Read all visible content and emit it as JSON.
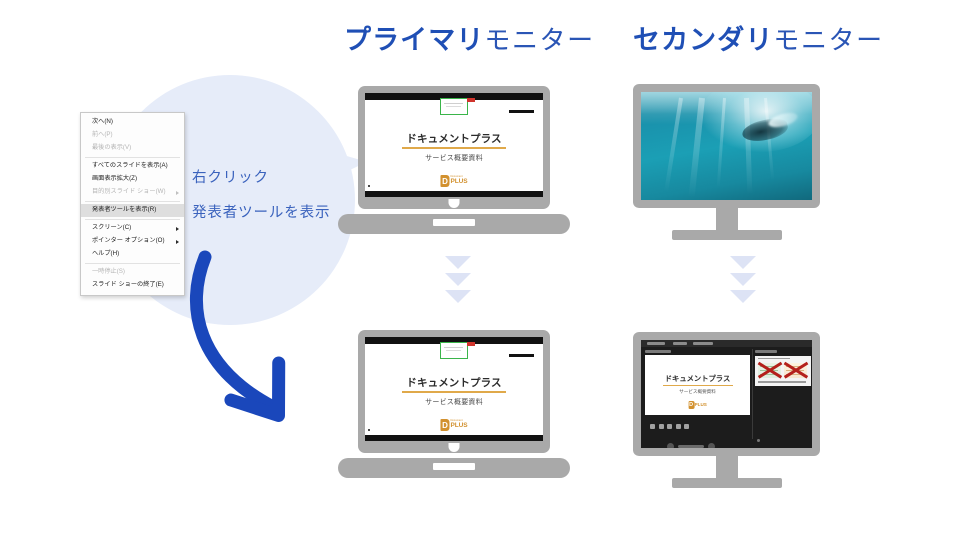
{
  "headings": {
    "primary_strong": "プライマリ",
    "primary_light": "モニター",
    "secondary_strong": "セカンダリ",
    "secondary_light": "モニター"
  },
  "callout": {
    "line1": "右クリック",
    "line2": "発表者ツールを表示",
    "text_color": "#3a62bd",
    "bubble_color": "#e6ecf9",
    "arrow_color": "#1a47bb"
  },
  "context_menu": {
    "items": [
      {
        "label": "次へ(N)",
        "disabled": false,
        "selected": false,
        "submenu": false
      },
      {
        "label": "前へ(P)",
        "disabled": true,
        "selected": false,
        "submenu": false
      },
      {
        "label": "最後の表示(V)",
        "disabled": true,
        "selected": false,
        "submenu": false
      },
      {
        "label": "すべてのスライドを表示(A)",
        "disabled": false,
        "selected": false,
        "submenu": false
      },
      {
        "label": "画面表示拡大(Z)",
        "disabled": false,
        "selected": false,
        "submenu": false
      },
      {
        "label": "目的別スライド ショー(W)",
        "disabled": true,
        "selected": false,
        "submenu": true
      },
      {
        "label": "発表者ツールを表示(R)",
        "disabled": false,
        "selected": true,
        "submenu": false
      },
      {
        "label": "スクリーン(C)",
        "disabled": false,
        "selected": false,
        "submenu": true
      },
      {
        "label": "ポインター オプション(O)",
        "disabled": false,
        "selected": false,
        "submenu": true
      },
      {
        "label": "ヘルプ(H)",
        "disabled": false,
        "selected": false,
        "submenu": false
      },
      {
        "label": "一時停止(S)",
        "disabled": true,
        "selected": false,
        "submenu": false
      },
      {
        "label": "スライド ショーの終了(E)",
        "disabled": false,
        "selected": false,
        "submenu": false
      }
    ]
  },
  "slide": {
    "title": "ドキュメントプラス",
    "subtitle": "サービス概要資料",
    "logo_letter": "D",
    "logo_small_text": "Document",
    "logo_text": "PLUS",
    "accent_color": "#e0a94a",
    "logo_color": "#d2912f"
  },
  "presenter_view": {
    "slide_title": "ドキュメントプラス",
    "slide_subtitle": "サービス概要資料",
    "logo_letter": "D",
    "logo_text": "PLUS",
    "background_color": "#1c1c1c"
  },
  "monitors": {
    "secondary_top_content": "underwater-photo",
    "secondary_bottom_content": "presenter-view",
    "primary_top_content": "slideshow-fullscreen",
    "primary_bottom_content": "slideshow-fullscreen"
  },
  "flow_arrows": {
    "count": 3,
    "direction": "down",
    "color": "#dde3f5"
  }
}
